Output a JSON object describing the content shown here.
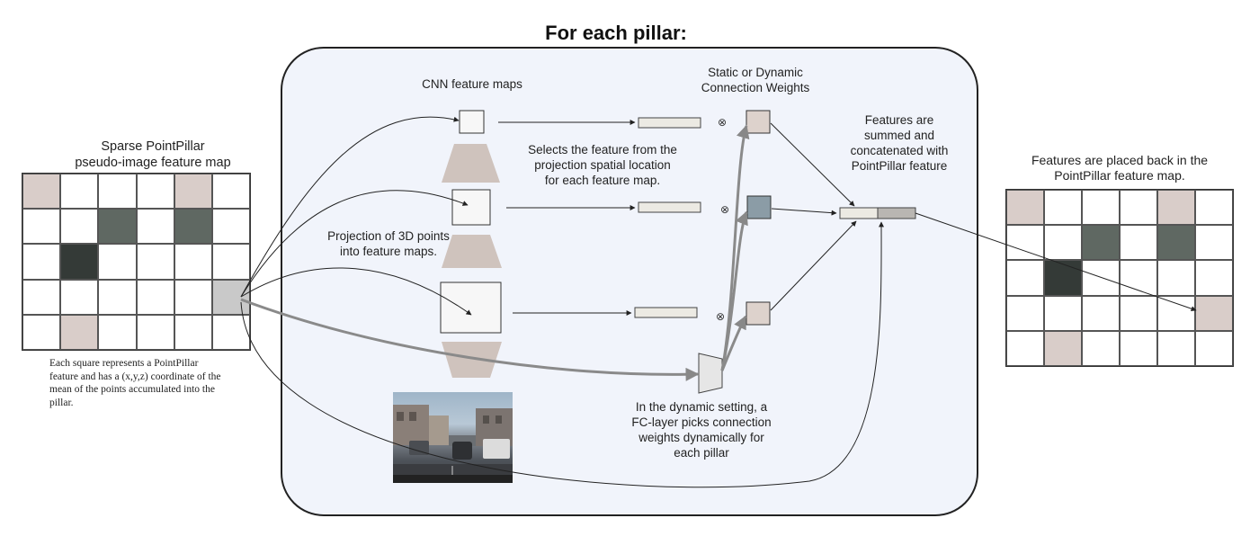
{
  "title": "For each pillar:",
  "labels": {
    "sparse_map": "Sparse PointPillar\npseudo-image feature map",
    "cnn_maps": "CNN feature maps",
    "weights": "Static or Dynamic\nConnection Weights",
    "selects": "Selects the feature from the\nprojection spatial location\nfor each feature map.",
    "projection": "Projection of 3D points\ninto feature maps.",
    "summed": "Features are\nsummed and\nconcatenated with\nPointPillar feature",
    "placed_back": "Features are placed back in the\nPointPillar feature map.",
    "dynamic": "In the dynamic setting, a\nFC-layer picks connection\nweights dynamically for\neach pillar",
    "square_note": "Each square represents a PointPillar\nfeature and has a (x,y,z) coordinate of the\nmean of the points accumulated into the\npillar."
  },
  "grid_left": {
    "rows": 5,
    "cols": 6,
    "cells": [
      [
        "light",
        "",
        "",
        "",
        "light",
        ""
      ],
      [
        "",
        "",
        "mid",
        "",
        "mid",
        ""
      ],
      [
        "",
        "dark",
        "",
        "",
        "",
        ""
      ],
      [
        "",
        "",
        "",
        "",
        "",
        "selected"
      ],
      [
        "",
        "light",
        "",
        "",
        "",
        ""
      ]
    ]
  },
  "grid_right": {
    "rows": 5,
    "cols": 6,
    "cells": [
      [
        "light",
        "",
        "",
        "",
        "light",
        ""
      ],
      [
        "",
        "",
        "mid",
        "",
        "mid",
        ""
      ],
      [
        "",
        "dark",
        "",
        "",
        "",
        ""
      ],
      [
        "",
        "",
        "",
        "",
        "",
        "light"
      ],
      [
        "",
        "light",
        "",
        "",
        "",
        ""
      ]
    ]
  },
  "colors": {
    "light": "#d9cdc9",
    "mid": "#5f6862",
    "dark": "#343a37",
    "selected": "#c9c9c9",
    "trapezoid": "#cfc3bd",
    "weight_light": "#ddd2cc",
    "weight_blue": "#8b9ca6",
    "feature_bar": "#eceae3",
    "feature_bar_dark": "#b9b6b2",
    "panel_bg": "#f1f4fb"
  },
  "multiply_symbol": "⊗"
}
